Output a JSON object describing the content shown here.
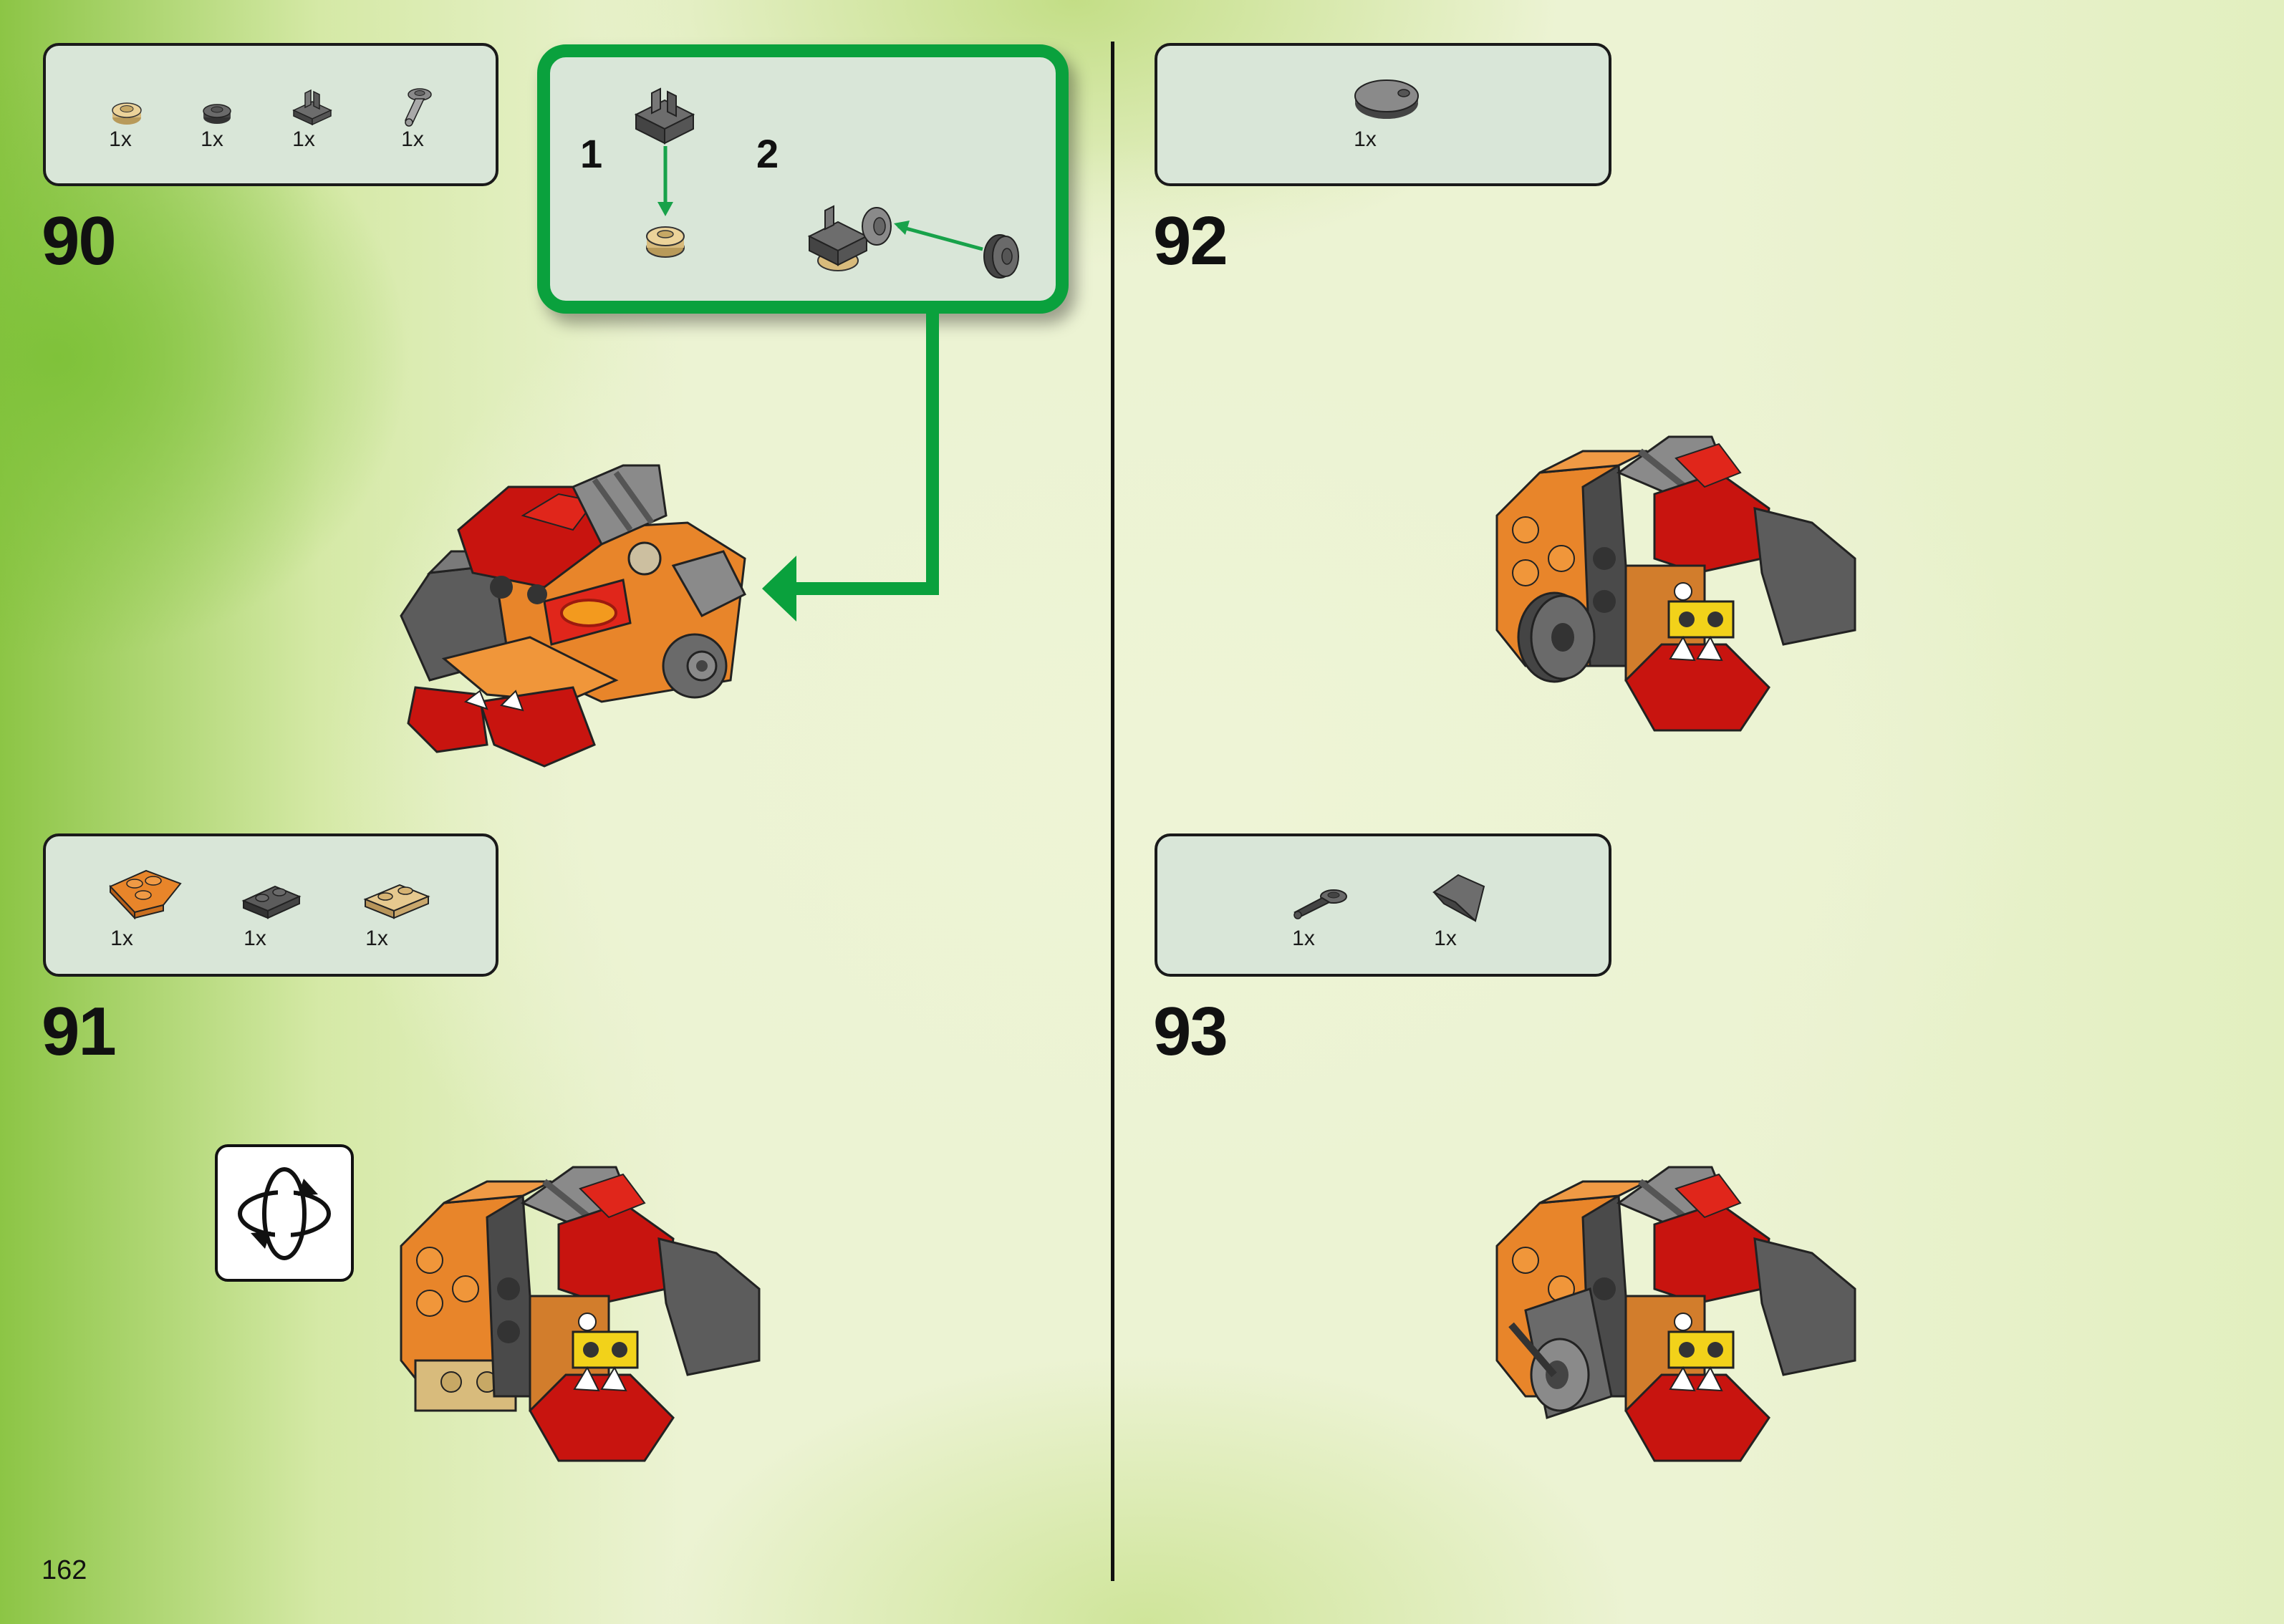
{
  "page": {
    "number": "162"
  },
  "steps": [
    {
      "number": "90",
      "parts": [
        {
          "qty": "1x",
          "icon": "tan-round-plate-icon"
        },
        {
          "qty": "1x",
          "icon": "dark-gray-round-plate-icon"
        },
        {
          "qty": "1x",
          "icon": "dark-gray-clip-plate-icon"
        },
        {
          "qty": "1x",
          "icon": "gray-bar-holder-icon"
        }
      ],
      "substeps": [
        "1",
        "2"
      ]
    },
    {
      "number": "91",
      "parts": [
        {
          "qty": "1x",
          "icon": "orange-wedge-plate-icon"
        },
        {
          "qty": "1x",
          "icon": "dark-gray-plate-1x2-icon"
        },
        {
          "qty": "1x",
          "icon": "tan-plate-1x2-icon"
        }
      ]
    },
    {
      "number": "92",
      "parts": [
        {
          "qty": "1x",
          "icon": "dark-gray-round-tile-icon"
        }
      ]
    },
    {
      "number": "93",
      "parts": [
        {
          "qty": "1x",
          "icon": "dark-gray-bar-holder-icon"
        },
        {
          "qty": "1x",
          "icon": "dark-gray-slope-icon"
        }
      ]
    }
  ],
  "colors": {
    "callout_green": "#0aa13d",
    "panel_bg": "#d9e6d8",
    "brick_red": "#c8140f",
    "brick_orange": "#e8852a",
    "brick_dark_gray": "#5a5a5a",
    "brick_yellow": "#f2d21a"
  }
}
